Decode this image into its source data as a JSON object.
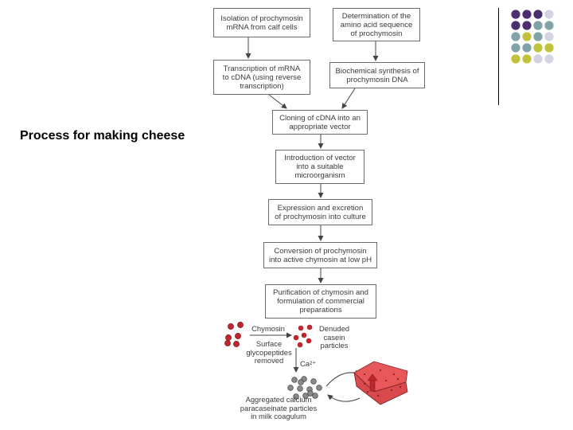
{
  "slide": {
    "title": "Process for making cheese"
  },
  "flowchart": {
    "boxes": [
      {
        "id": "isolation",
        "text": "Isolation of prochymosin\nmRNA from calf cells"
      },
      {
        "id": "determination",
        "text": "Determination of the\namino acid sequence\nof prochymosin"
      },
      {
        "id": "transcription",
        "text": "Transcription of mRNA\nto cDNA (using reverse\ntranscription)"
      },
      {
        "id": "biochemical",
        "text": "Biochemical synthesis of\nprochymosin DNA"
      },
      {
        "id": "cloning",
        "text": "Cloning of cDNA into an\nappropriate vector"
      },
      {
        "id": "introduction",
        "text": "Introduction of vector\ninto a suitable\nmicroorganism"
      },
      {
        "id": "expression",
        "text": "Expression and excretion\nof prochymosin into culture"
      },
      {
        "id": "conversion",
        "text": "Conversion of prochymosin\ninto active chymosin at low pH"
      },
      {
        "id": "purification",
        "text": "Purification of chymosin and\nformulation of commercial\npreparations"
      }
    ]
  },
  "illustration": {
    "chymosin_label": "Chymosin",
    "surface_label": "Surface\nglycopeptides\nremoved",
    "denuded_label": "Denuded\ncasein\nparticles",
    "calcium_label": "Ca²⁺",
    "aggregated_label": "Aggregated calcium\nparacaseinate particles\nin milk coagulum",
    "colors": {
      "particle_red": "#c0272d",
      "particle_grey": "#8a8a8a",
      "cheese": "#e8585a"
    }
  },
  "decoration": {
    "dot_colors": {
      "purple": "#4b2e6f",
      "teal": "#7fa3a8",
      "olive": "#c2c23a",
      "lavender": "#d3d3e3"
    }
  }
}
